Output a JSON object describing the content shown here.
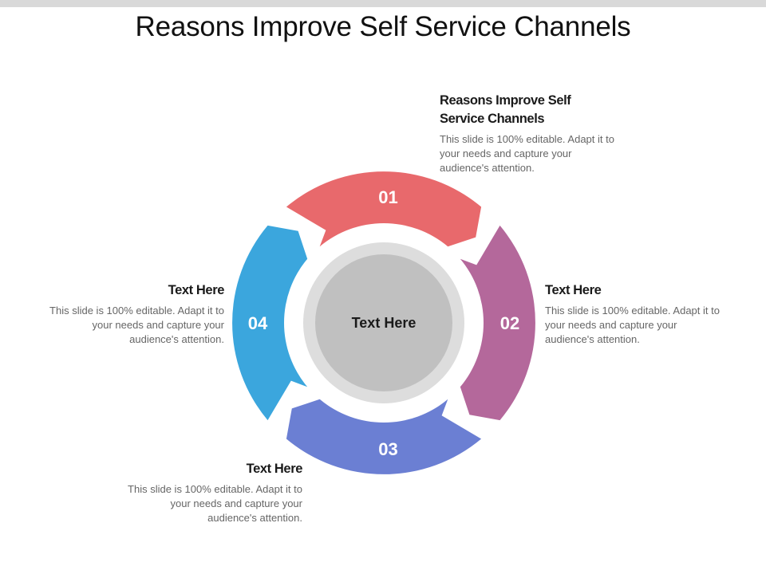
{
  "slide": {
    "title": "Reasons Improve Self Service Channels"
  },
  "center": {
    "label": "Text Here"
  },
  "segments": [
    {
      "number": "01",
      "color": "#e8696c"
    },
    {
      "number": "02",
      "color": "#b4689b"
    },
    {
      "number": "03",
      "color": "#6b7fd3"
    },
    {
      "number": "04",
      "color": "#3ba6dd"
    }
  ],
  "blocks": [
    {
      "heading_line1": "Reasons Improve Self",
      "heading_line2": "Service Channels",
      "body": "This slide is 100% editable. Adapt it to your needs and capture your audience's attention."
    },
    {
      "heading": "Text Here",
      "body": "This slide is 100% editable. Adapt it to your needs and capture your audience's attention."
    },
    {
      "heading": "Text Here",
      "body": "This slide is 100% editable. Adapt it to your needs and capture your audience's attention."
    },
    {
      "heading": "Text Here",
      "body": "This slide is 100% editable. Adapt it to your needs and capture your audience's attention."
    }
  ],
  "colors": {
    "outer_disc": "#dddddd",
    "inner_disc": "#c0c0c0",
    "number_text": "#ffffff"
  }
}
